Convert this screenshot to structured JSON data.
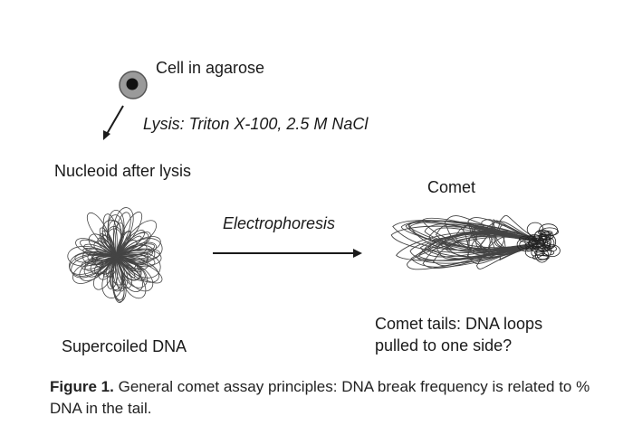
{
  "diagram": {
    "cell_label": "Cell in agarose",
    "lysis_label": "Lysis: Triton X-100, 2.5 M NaCl",
    "nucleoid_label": "Nucleoid after lysis",
    "supercoiled_label": "Supercoiled DNA",
    "electrophoresis_label": "Electrophoresis",
    "comet_label": "Comet",
    "comet_tails_line1": "Comet tails: DNA loops",
    "comet_tails_line2": "pulled to one side?"
  },
  "caption": {
    "figure_label": "Figure 1.",
    "text": "General comet assay principles: DNA break frequency is related to % DNA in the tail."
  },
  "colors": {
    "ink": "#1a1a1a",
    "cell_fill": "#9a9a9a",
    "nucleus_fill": "#111111",
    "loop_stroke": "#444444"
  }
}
